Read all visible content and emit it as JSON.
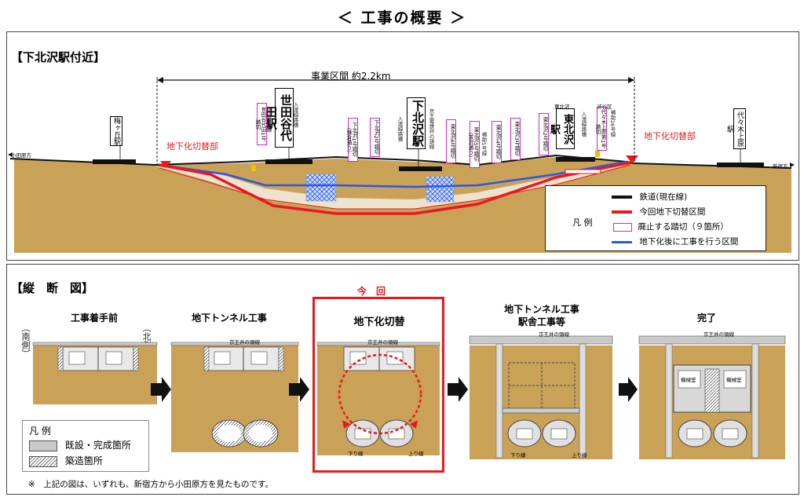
{
  "title": "＜ 工事の概要 ＞",
  "profile": {
    "heading": "【下北沢駅付近】",
    "span_label": "事業区間 約2.2km",
    "switch_left": "地下化切替部",
    "switch_right": "地下化切替部",
    "dir_left": "小田原方",
    "dir_right": "新宿方",
    "stations": {
      "umegaoka": "梅ヶ丘駅",
      "setagaya": "世田谷代田駅",
      "shimokita": "下北沢駅",
      "higashikita": "東北沢駅",
      "yoyogi": "代々木上原駅"
    },
    "crossings": {
      "c1": "世田谷代田1号踏切",
      "c2": "環状7号線",
      "c3": "下北沢1号踏切（鎌倉通り）",
      "c4": "下北沢2号踏切",
      "c5": "東北沢6号踏切",
      "c6": "東北沢5号踏切（茶沢通り）",
      "c7": "東北沢4号踏切",
      "c8": "東北沢3号踏切",
      "c9": "東北沢2号踏切",
      "c10": "代々木上原第1号踏切"
    },
    "small_labels": {
      "l1": "入渡線路橋",
      "l2": "入渡線路橋",
      "l3": "京王電鉄井の頭線",
      "l4": "補助5号線",
      "l5": "入渡線路橋",
      "l6": "補助26号線",
      "l7": "東北沢",
      "l8": "渋谷区"
    },
    "legend": {
      "title": "凡 例",
      "items": [
        {
          "label": "鉄道(現在線)",
          "color": "#111111"
        },
        {
          "label": "今回地下切替区間",
          "color": "#e8191e"
        },
        {
          "label": "廃止する踏切（９箇所）",
          "color": "#e020c8"
        },
        {
          "label": "地下化後に工事を行う区間",
          "color": "#2a56e6"
        }
      ]
    }
  },
  "section": {
    "heading": "【縦　断　図】",
    "current_label": "今　回",
    "south": "（南側）",
    "north": "（北側）",
    "stages": [
      {
        "title": "工事着手前"
      },
      {
        "title": "地下トンネル工事"
      },
      {
        "title": "地下化切替"
      },
      {
        "title": "地下トンネル工事\n駅舎工事等"
      },
      {
        "title": "完了"
      }
    ],
    "rail_label": "京王井の頭線",
    "down_line": "下り線",
    "up_line": "上り線",
    "machine_room": "機械室",
    "legend": {
      "title": "凡 例",
      "existing": "既設・完成箇所",
      "construction": "築造箇所"
    },
    "footnote": "※　上記の図は、いずれも、新宿方から小田原方を見たものです。"
  },
  "colors": {
    "soil": "#c9a257",
    "soil_line": "#b4883a",
    "red": "#e8191e",
    "blue": "#2a56e6",
    "pink": "#e020c8",
    "gray": "#c9c9c9"
  }
}
